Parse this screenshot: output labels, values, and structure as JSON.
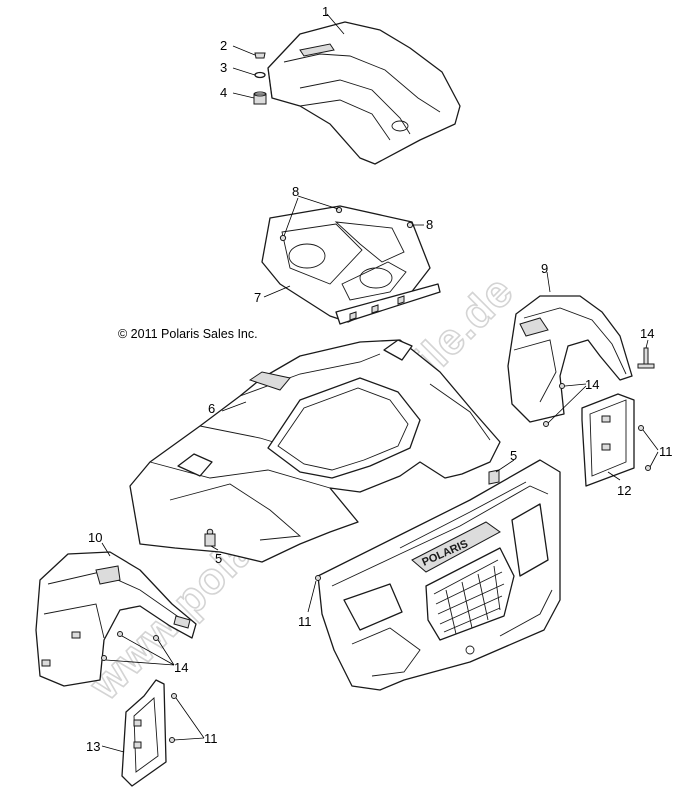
{
  "copyright": "© 2011 Polaris Sales Inc.",
  "watermark": "www.polaris-ersatzteile.de",
  "brand_text": "POLARIS",
  "callouts": [
    "1",
    "2",
    "3",
    "4",
    "8",
    "8",
    "7",
    "9",
    "14",
    "14",
    "6",
    "5",
    "11",
    "12",
    "5",
    "10",
    "14",
    "11",
    "13",
    "11"
  ]
}
